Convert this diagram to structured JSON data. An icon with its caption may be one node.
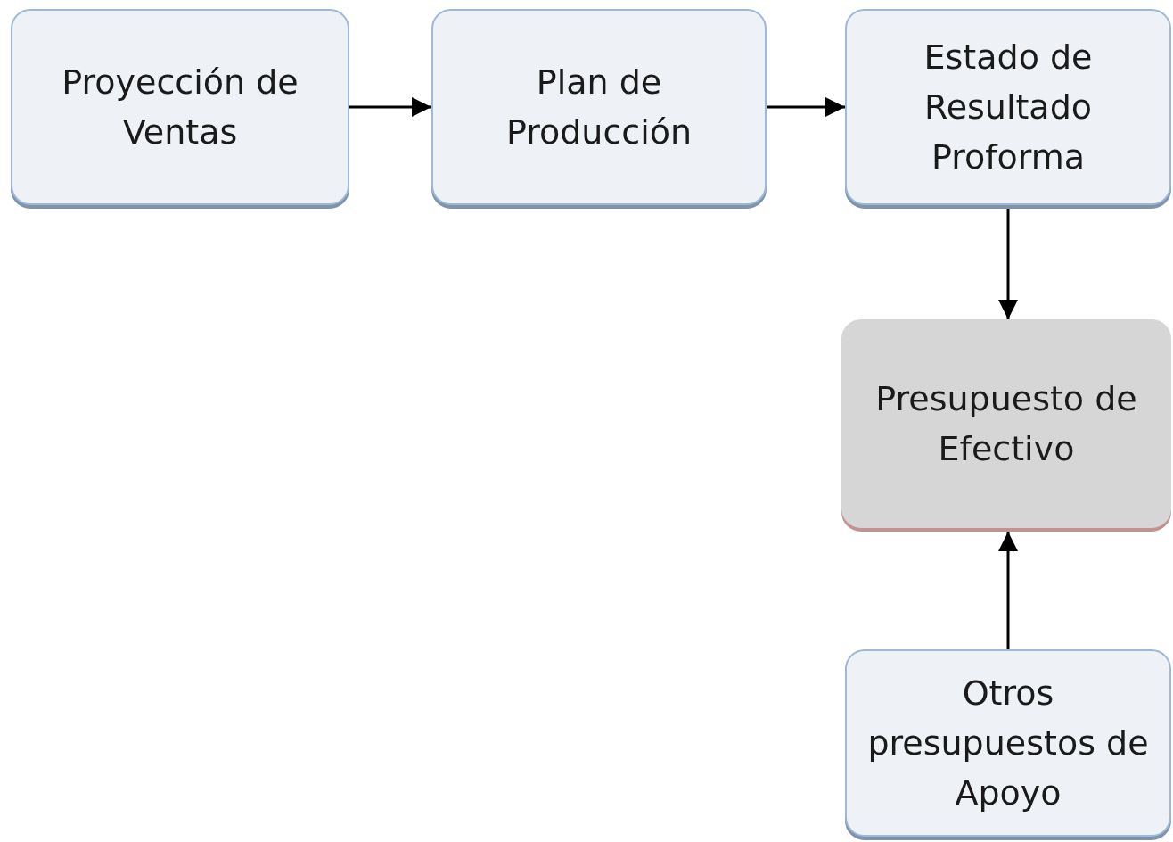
{
  "diagram": {
    "nodes": [
      {
        "text": [
          "Proyección de Ventas"
        ]
      },
      {
        "text": [
          "Plan de Producción"
        ]
      },
      {
        "text": [
          "Estado de Resultado Proforma"
        ]
      },
      {
        "text": [
          "Presupuesto de Efectivo"
        ]
      },
      {
        "text": [
          "Otros presupuestos de Apoyo"
        ]
      }
    ],
    "edges": [
      {
        "from": 0,
        "to": 1,
        "arrow": "to"
      },
      {
        "from": 1,
        "to": 2,
        "arrow": "to"
      },
      {
        "from": 2,
        "to": 3,
        "arrow": "to"
      },
      {
        "from": 4,
        "to": 3,
        "arrow": "to"
      }
    ]
  }
}
